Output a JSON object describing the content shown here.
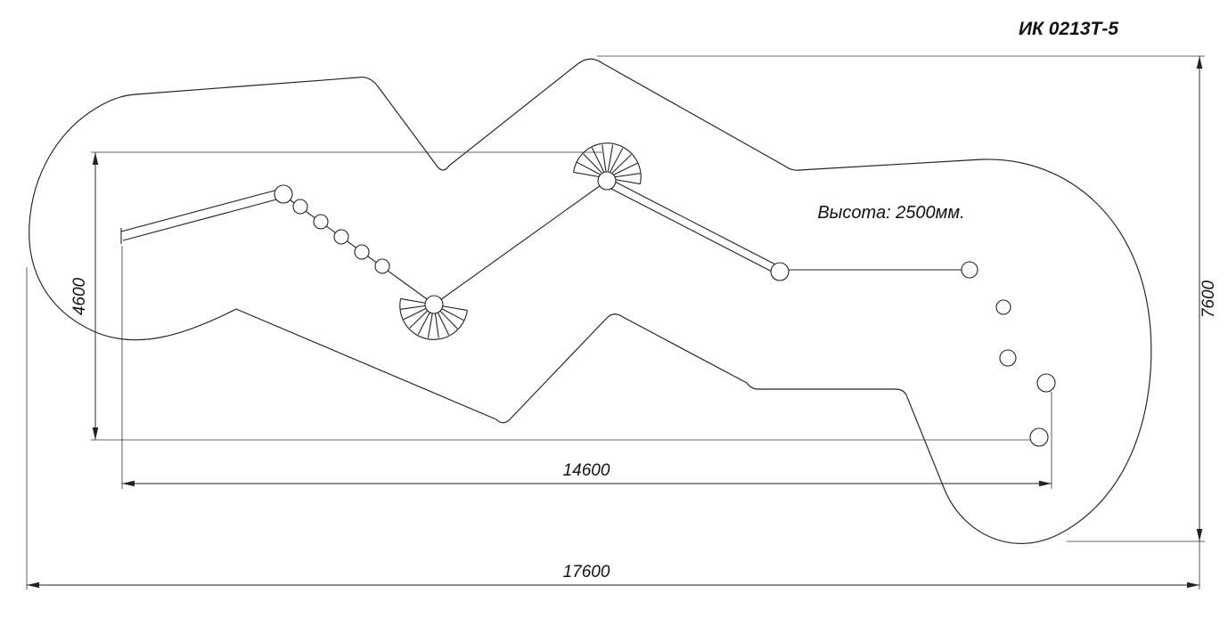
{
  "title": "ИК 0213Т-5",
  "note": "Высота: 2500мм.",
  "dimensions": {
    "inner_height": "4600",
    "outer_height": "7600",
    "inner_width": "14600",
    "outer_width": "17600"
  },
  "colors": {
    "line": "#222222",
    "background": "#ffffff"
  }
}
